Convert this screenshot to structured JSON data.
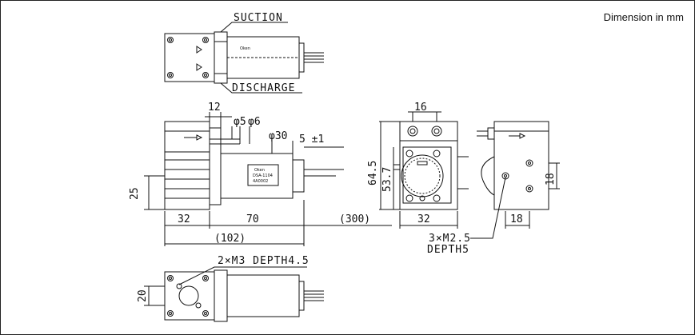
{
  "note": "Dimension in mm",
  "labels": {
    "suction": "SUCTION",
    "discharge": "DISCHARGE",
    "tap_main": "2×M3 DEPTH4.5",
    "tap_side_1": "3×M2.5",
    "tap_side_2": "DEPTH5"
  },
  "dims": {
    "d12": "12",
    "phi5": "φ5",
    "phi6": "φ6",
    "phi30": "φ30",
    "d5pm1": "5 ±1",
    "d16": "16",
    "d645": "64.5",
    "d537": "53.7",
    "d25": "25",
    "d32a": "32",
    "d70": "70",
    "d300": "(300)",
    "d32b": "32",
    "d18a": "18",
    "d18b": "18",
    "d102": "(102)",
    "d20": "20"
  },
  "nameplate": {
    "brand": "Oken",
    "model": "DSA-1104",
    "serial": "4A0002"
  }
}
